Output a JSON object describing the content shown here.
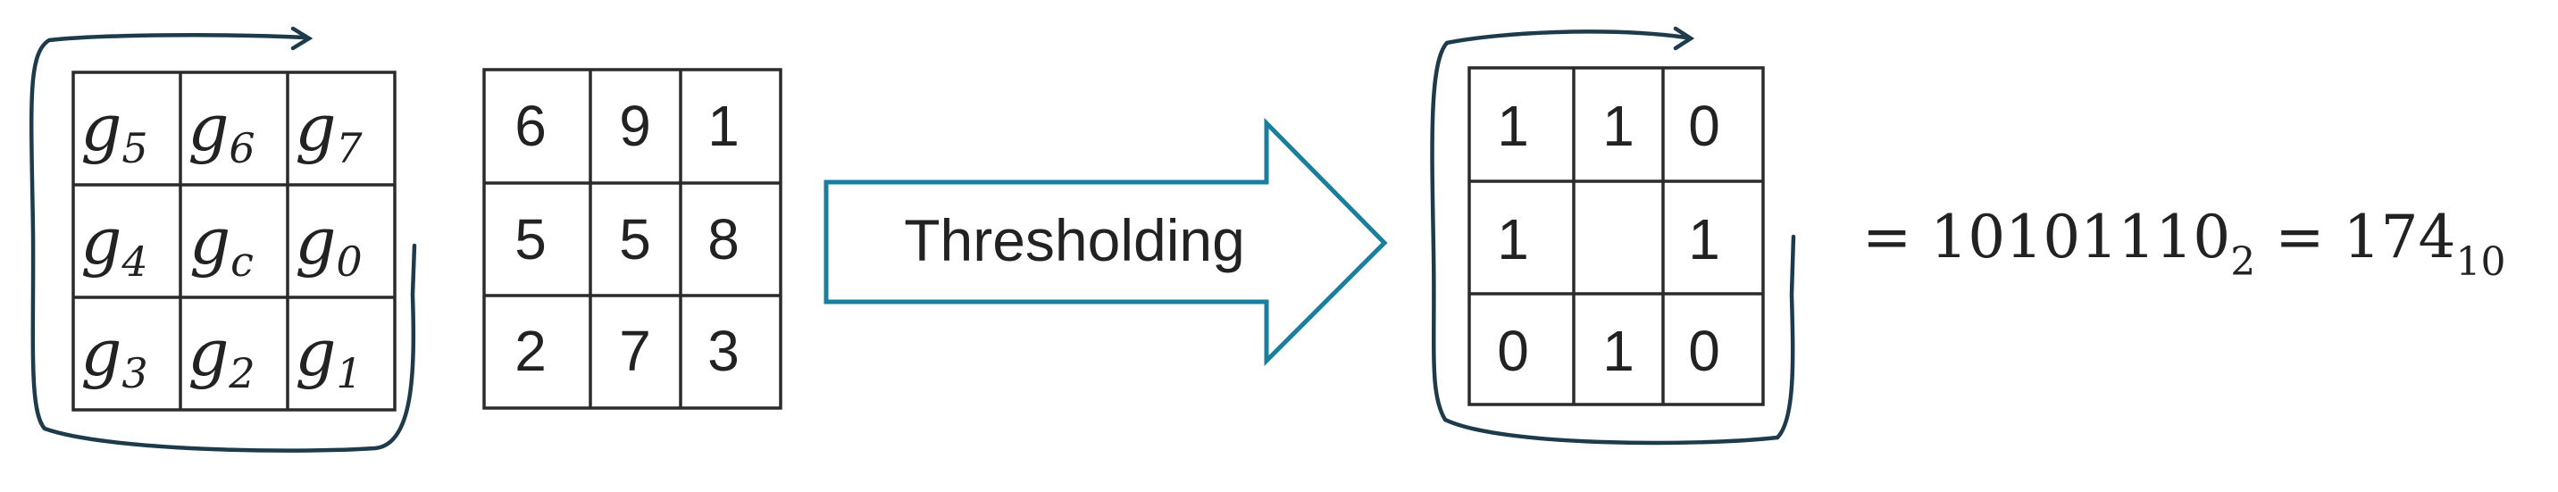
{
  "neighbor_grid": {
    "cells": [
      [
        {
          "base": "g",
          "sub": "5"
        },
        {
          "base": "g",
          "sub": "6"
        },
        {
          "base": "g",
          "sub": "7"
        }
      ],
      [
        {
          "base": "g",
          "sub": "4"
        },
        {
          "base": "g",
          "sub": "c"
        },
        {
          "base": "g",
          "sub": "0"
        }
      ],
      [
        {
          "base": "g",
          "sub": "3"
        },
        {
          "base": "g",
          "sub": "2"
        },
        {
          "base": "g",
          "sub": "1"
        }
      ]
    ]
  },
  "value_grid": {
    "cells": [
      [
        "6",
        "9",
        "1"
      ],
      [
        "5",
        "5",
        "8"
      ],
      [
        "2",
        "7",
        "3"
      ]
    ]
  },
  "arrow": {
    "label": "Thresholding"
  },
  "binary_grid": {
    "cells": [
      [
        "1",
        "1",
        "0"
      ],
      [
        "1",
        "",
        "1"
      ],
      [
        "0",
        "1",
        "0"
      ]
    ]
  },
  "result": {
    "eq1": "= 10101110",
    "base1": "2",
    "eq2": "= 174",
    "base2": "10"
  },
  "colors": {
    "arrow_outline": "#1a7f9c",
    "loop": "#1d3b4a",
    "grid": "#2b2b2b"
  }
}
